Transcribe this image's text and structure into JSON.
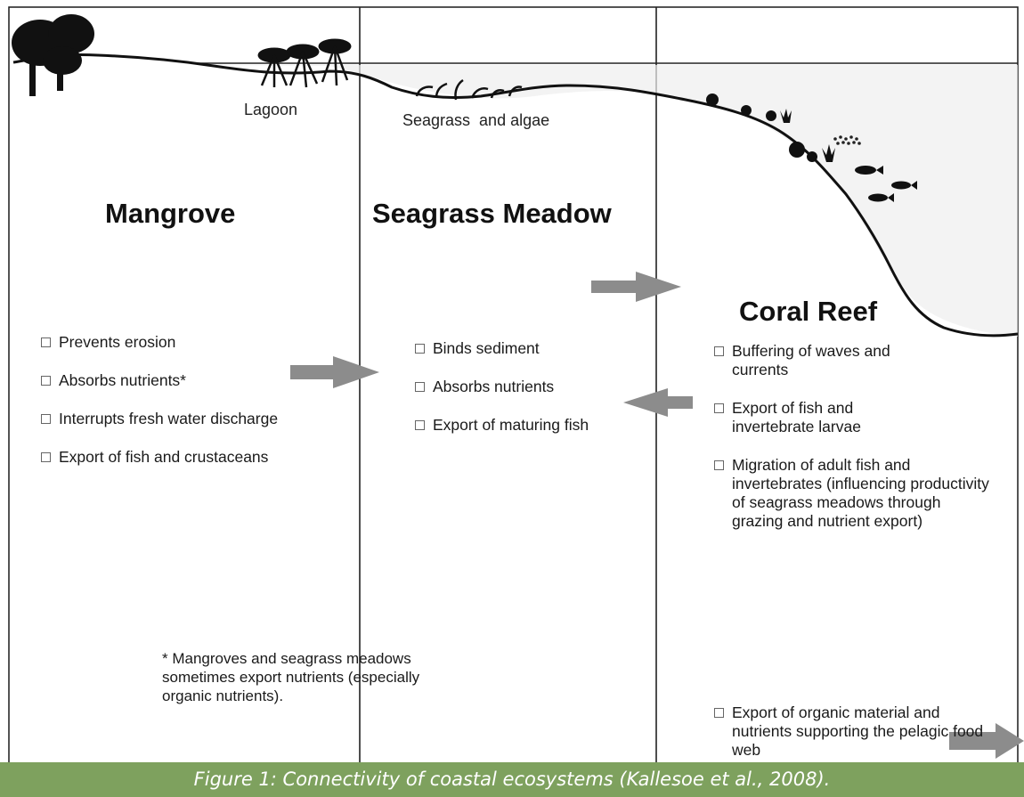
{
  "locations": {
    "lagoon": "Lagoon",
    "seagrass_algae": "Seagrass  and algae"
  },
  "zones": [
    {
      "title": "Mangrove",
      "items": [
        "Prevents erosion",
        "Absorbs nutrients*",
        "Interrupts fresh water discharge",
        "Export of fish and crustaceans"
      ]
    },
    {
      "title": "Seagrass Meadow",
      "items": [
        "Binds sediment",
        "Absorbs nutrients",
        "Export of maturing fish"
      ]
    },
    {
      "title": "Coral Reef",
      "items": [
        "Buffering of waves and currents",
        "Export of fish and invertebrate larvae",
        "Migration of adult fish and invertebrates (influencing productivity of seagrass meadows through grazing and nutrient export)"
      ],
      "extra_item": "Export of organic material and nutrients supporting the pelagic food web"
    }
  ],
  "footnote": "* Mangroves and seagrass meadows sometimes export nutrients (especially organic nutrients).",
  "caption": "Figure 1: Connectivity of coastal ecosystems (Kallesoe et al., 2008).",
  "colors": {
    "arrow": "#8c8c8c",
    "caption_bg": "#7ea15e",
    "caption_text": "#ffffff",
    "line": "#111111"
  }
}
